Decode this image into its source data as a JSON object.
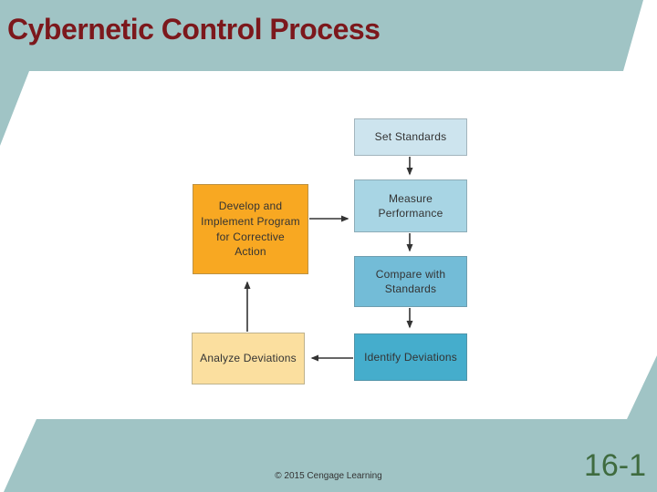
{
  "slide": {
    "title": "Cybernetic Control Process",
    "footer": {
      "copyright": "© 2015 Cengage Learning",
      "page_number": "16-1"
    }
  },
  "theme": {
    "band_color": "#a0c4c5",
    "title_color": "#7c181c",
    "page_number_color": "#3f6b3f",
    "arrow_color": "#333333",
    "box_text_color": "#333333"
  },
  "diagram": {
    "type": "flowchart",
    "boxes": [
      {
        "id": "set-standards",
        "label": "Set Standards",
        "fill": "#cde4ee"
      },
      {
        "id": "measure-performance",
        "label": "Measure Performance",
        "fill": "#a8d5e4"
      },
      {
        "id": "compare-with-standards",
        "label": "Compare with Standards",
        "fill": "#73bcd7"
      },
      {
        "id": "identify-deviations",
        "label": "Identify Deviations",
        "fill": "#45adcc"
      },
      {
        "id": "analyze-deviations",
        "label": "Analyze Deviations",
        "fill": "#fbdf9f"
      },
      {
        "id": "develop-implement-program",
        "label": "Develop and Implement Program for Corrective Action",
        "fill": "#f8a822"
      }
    ],
    "connections": [
      {
        "from": "set-standards",
        "to": "measure-performance"
      },
      {
        "from": "measure-performance",
        "to": "compare-with-standards"
      },
      {
        "from": "compare-with-standards",
        "to": "identify-deviations"
      },
      {
        "from": "identify-deviations",
        "to": "analyze-deviations"
      },
      {
        "from": "analyze-deviations",
        "to": "develop-implement-program"
      },
      {
        "from": "develop-implement-program",
        "to": "measure-performance"
      }
    ]
  }
}
